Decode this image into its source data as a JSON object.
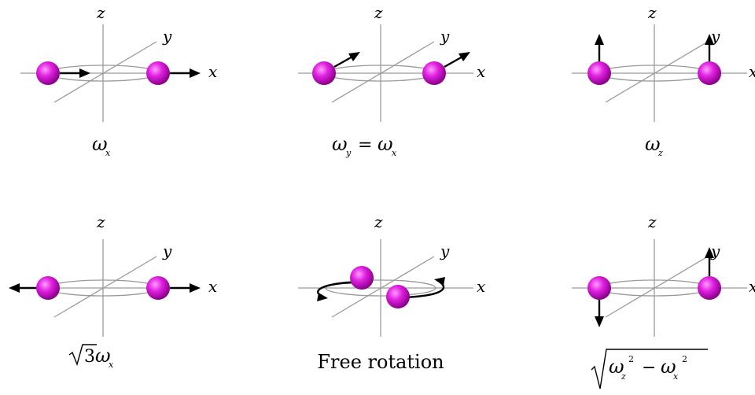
{
  "axis_labels": {
    "x": "x",
    "y": "y",
    "z": "z"
  },
  "panels": [
    {
      "id": "omega-x",
      "caption": {
        "main": "ω",
        "sub": "x"
      }
    },
    {
      "id": "omega-y",
      "caption": {
        "a": "ω",
        "a_sub": "y",
        "eq": "=",
        "b": "ω",
        "b_sub": "x"
      }
    },
    {
      "id": "omega-z",
      "caption": {
        "main": "ω",
        "sub": "z"
      }
    },
    {
      "id": "sqrt3-omega-x",
      "caption": {
        "coef": "3",
        "main": "ω",
        "sub": "x"
      }
    },
    {
      "id": "free-rotation",
      "caption": {
        "text": "Free rotation"
      }
    },
    {
      "id": "sqrt-diff",
      "caption": {
        "a": "ω",
        "a_sub": "z",
        "a_sup": "2",
        "minus": "−",
        "b": "ω",
        "b_sub": "x",
        "b_sup": "2"
      }
    }
  ],
  "colors": {
    "ball": "#e020e0",
    "ball_dark": "#8a008a",
    "axis": "#9a9a9a",
    "arrow": "#000000"
  }
}
